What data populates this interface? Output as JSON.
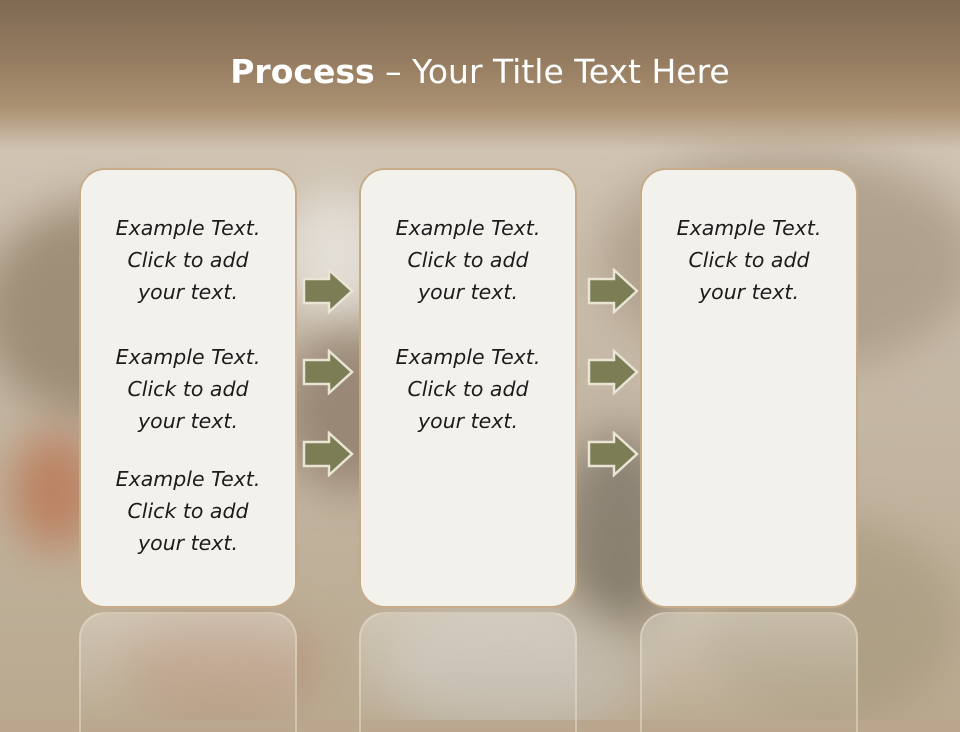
{
  "slide": {
    "title_bold": "Process",
    "title_rest": " – Your Title Text Here"
  },
  "columns": [
    {
      "items": [
        "Example Text.\nClick  to add\nyour text.",
        "Example Text.\nClick  to add\nyour text.",
        "Example Text.\nClick  to add\nyour text."
      ]
    },
    {
      "items": [
        "Example Text.\nClick  to add\nyour text.",
        "Example Text.\nClick  to add\nyour text."
      ]
    },
    {
      "items": [
        "Example Text.\nClick  to add\nyour text."
      ]
    }
  ],
  "colors": {
    "panel_fill": "#f3f1ec",
    "panel_border": "#c6ab8a",
    "arrow_fill": "#7b7d55",
    "arrow_stroke": "#e9e4d4",
    "title_band": "#957c60"
  },
  "icons": [
    "right-arrow-icon"
  ]
}
